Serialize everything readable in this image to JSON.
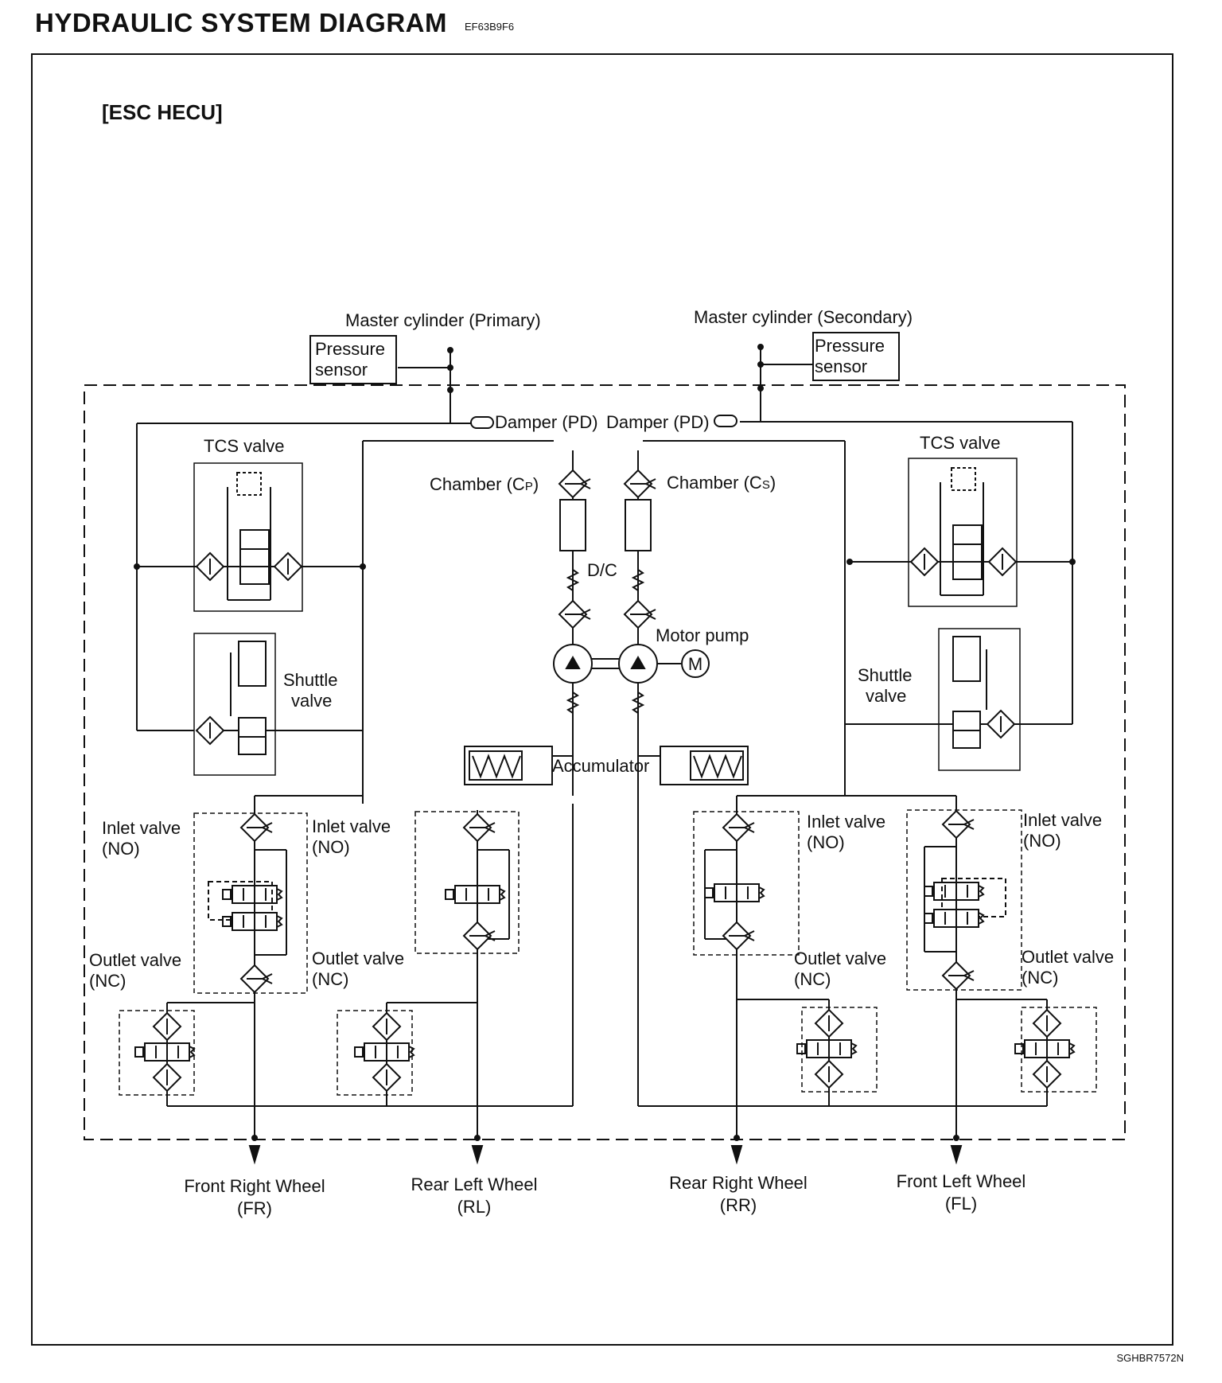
{
  "header": {
    "title": "HYDRAULIC SYSTEM DIAGRAM",
    "code": "EF63B9F6"
  },
  "subtitle": "[ESC HECU]",
  "labels": {
    "mc_primary": "Master cylinder (Primary)",
    "mc_secondary": "Master cylinder (Secondary)",
    "pressure": "Pressure",
    "sensor": "sensor",
    "damper_left": "Damper (PD)",
    "damper_right": "Damper (PD)",
    "chamber_cp_main": "Chamber (C",
    "chamber_cp_sub": "P",
    "chamber_cs_main": "Chamber (C",
    "chamber_cs_sub": "S",
    "close_paren": ")",
    "dc": "D/C",
    "motor_pump": "Motor pump",
    "motor_m": "M",
    "accumulator": "Accumulator",
    "tcs_valve": "TCS valve",
    "shuttle": "Shuttle",
    "valve": "valve",
    "inlet_valve": "Inlet valve",
    "no": "(NO)",
    "outlet_valve": "Outlet valve",
    "nc": "(NC)",
    "wheel_fr": "Front Right Wheel",
    "wheel_fr_code": "(FR)",
    "wheel_rl": "Rear Left Wheel",
    "wheel_rl_code": "(RL)",
    "wheel_rr": "Rear Right Wheel",
    "wheel_rr_code": "(RR)",
    "wheel_fl": "Front Left Wheel",
    "wheel_fl_code": "(FL)"
  },
  "footer": "SGHBR7572N"
}
